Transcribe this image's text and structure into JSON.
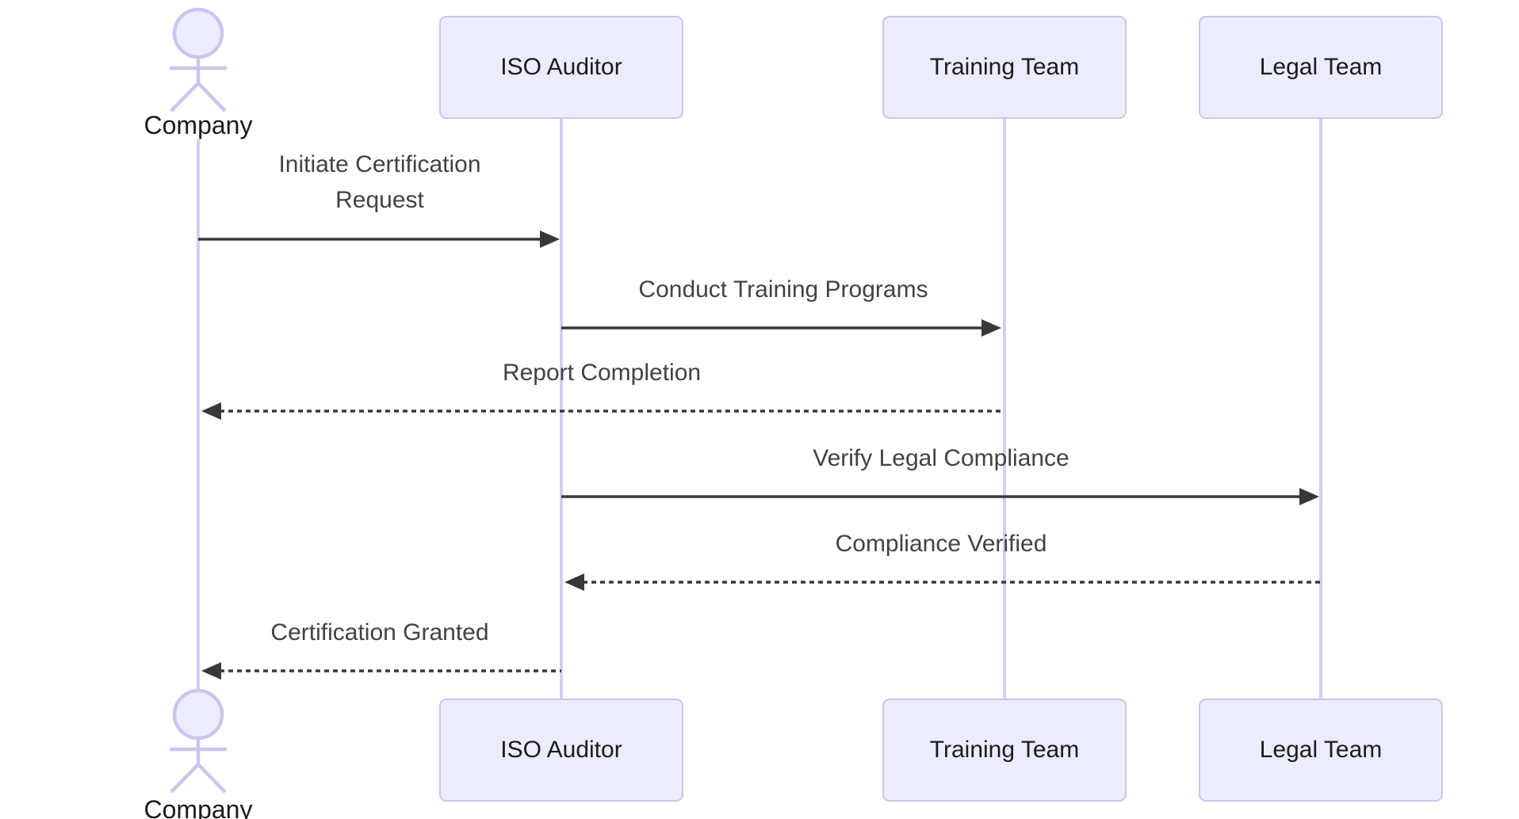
{
  "diagram_type": "sequence-diagram",
  "participants": [
    {
      "id": "company",
      "label": "Company",
      "kind": "actor"
    },
    {
      "id": "iso-auditor",
      "label": "ISO Auditor",
      "kind": "participant"
    },
    {
      "id": "training-team",
      "label": "Training Team",
      "kind": "participant"
    },
    {
      "id": "legal-team",
      "label": "Legal Team",
      "kind": "participant"
    }
  ],
  "messages": [
    {
      "from": "Company",
      "to": "ISO Auditor",
      "label": "Initiate Certification Request",
      "line": "solid",
      "arrowhead": "filled"
    },
    {
      "from": "ISO Auditor",
      "to": "Training Team",
      "label": "Conduct Training Programs",
      "line": "solid",
      "arrowhead": "filled"
    },
    {
      "from": "Training Team",
      "to": "Company",
      "label": "Report Completion",
      "line": "dashed",
      "arrowhead": "filled"
    },
    {
      "from": "ISO Auditor",
      "to": "Legal Team",
      "label": "Verify Legal Compliance",
      "line": "solid",
      "arrowhead": "filled"
    },
    {
      "from": "Legal Team",
      "to": "ISO Auditor",
      "label": "Compliance Verified",
      "line": "dashed",
      "arrowhead": "filled"
    },
    {
      "from": "ISO Auditor",
      "to": "Company",
      "label": "Certification Granted",
      "line": "dashed",
      "arrowhead": "filled"
    }
  ],
  "colors": {
    "background": "#FFFFFF",
    "participant_fill": "#ECECFF",
    "participant_border": "#CBC4EC",
    "lifeline": "#D5CEEF",
    "actor_figure_stroke": "#CDC5EC",
    "actor_head_fill": "#ECECFF",
    "arrow": "#383838",
    "message_text": "#424242",
    "participant_text": "#1B1B1B"
  }
}
